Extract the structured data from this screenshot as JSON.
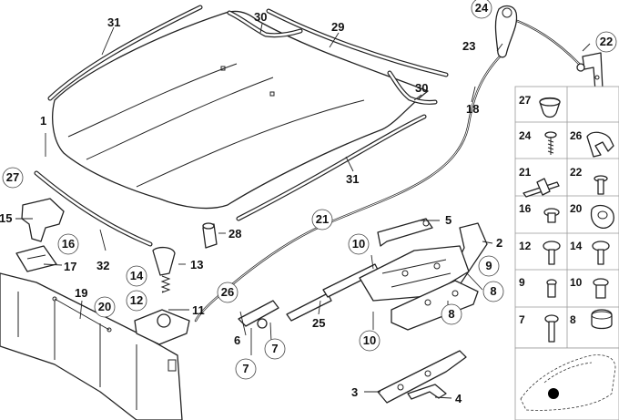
{
  "callouts": {
    "c1": "1",
    "c2": "2",
    "c3": "3",
    "c4": "4",
    "c5": "5",
    "c6": "6",
    "c7a": "7",
    "c7b": "7",
    "c7c": "7",
    "c8a": "8",
    "c8b": "8",
    "c8c": "8",
    "c9a": "9",
    "c9b": "9",
    "c10a": "10",
    "c10b": "10",
    "c10c": "10",
    "c11": "11",
    "c12a": "12",
    "c12b": "12",
    "c13": "13",
    "c14a": "14",
    "c14b": "14",
    "c15": "15",
    "c16a": "16",
    "c16b": "16",
    "c17": "17",
    "c18": "18",
    "c19": "19",
    "c20a": "20",
    "c20b": "20",
    "c21a": "21",
    "c21b": "21",
    "c22a": "22",
    "c22b": "22",
    "c23": "23",
    "c24a": "24",
    "c24b": "24",
    "c25": "25",
    "c26a": "26",
    "c26b": "26",
    "c27a": "27",
    "c27b": "27",
    "c28": "28",
    "c29": "29",
    "c30a": "30",
    "c30b": "30",
    "c31a": "31",
    "c31b": "31",
    "c32": "32"
  },
  "colors": {
    "line": "#222222",
    "panel_border": "#999999",
    "marker": "#000000"
  },
  "icons": {
    "locator": "car-locator-icon"
  }
}
